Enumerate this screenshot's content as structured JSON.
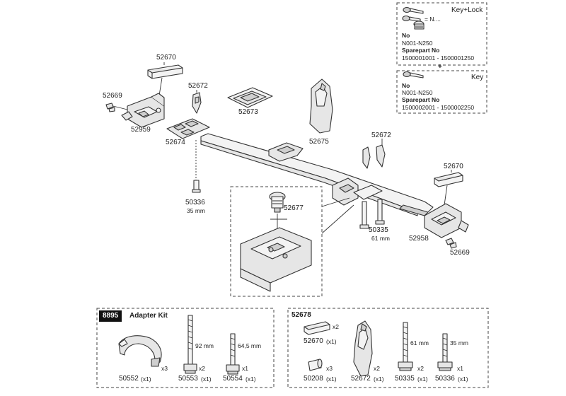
{
  "parts": {
    "p52670_top": "52670",
    "p52669_left": "52669",
    "p52959": "52959",
    "p52672_left": "52672",
    "p52673": "52673",
    "p52674": "52674",
    "p50336_main": "50336",
    "len_50336_main": "35 mm",
    "p52675": "52675",
    "p52672_mid": "52672",
    "p52677": "52677",
    "p50335_main": "50335",
    "len_50335_main": "61 mm",
    "p52670_right": "52670",
    "p52958": "52958",
    "p52669_right": "52669"
  },
  "keybox": {
    "title1": "Key+Lock",
    "equals": "= N....",
    "no_label1": "No",
    "no_range1": "N001-N250",
    "spare_label1": "Sparepart No",
    "spare_range1": "1500001001 - 1500001250",
    "plus": "+",
    "title2": "Key",
    "no_label2": "No",
    "no_range2": "N001-N250",
    "spare_label2": "Sparepart No",
    "spare_range2": "1500002001 - 1500002250"
  },
  "kit_8895": {
    "code": "8895",
    "title": "Adapter Kit",
    "items": [
      {
        "part": "50552",
        "count": "(x1)",
        "qty": "x3",
        "length": ""
      },
      {
        "part": "50553",
        "count": "(x1)",
        "qty": "x2",
        "length": "92 mm"
      },
      {
        "part": "50554",
        "count": "(x1)",
        "qty": "x1",
        "length": "64,5 mm"
      }
    ]
  },
  "kit_52678": {
    "code": "52678",
    "items": [
      {
        "part": "52670",
        "count": "(x1)",
        "qty": "x2",
        "length": ""
      },
      {
        "part": "50208",
        "count": "(x1)",
        "qty": "x3",
        "length": ""
      },
      {
        "part": "52672",
        "count": "(x1)",
        "qty": "x2",
        "length": ""
      },
      {
        "part": "50335",
        "count": "(x1)",
        "qty": "x2",
        "length": "61 mm"
      },
      {
        "part": "50336",
        "count": "(x1)",
        "qty": "x1",
        "length": "35 mm"
      }
    ]
  }
}
